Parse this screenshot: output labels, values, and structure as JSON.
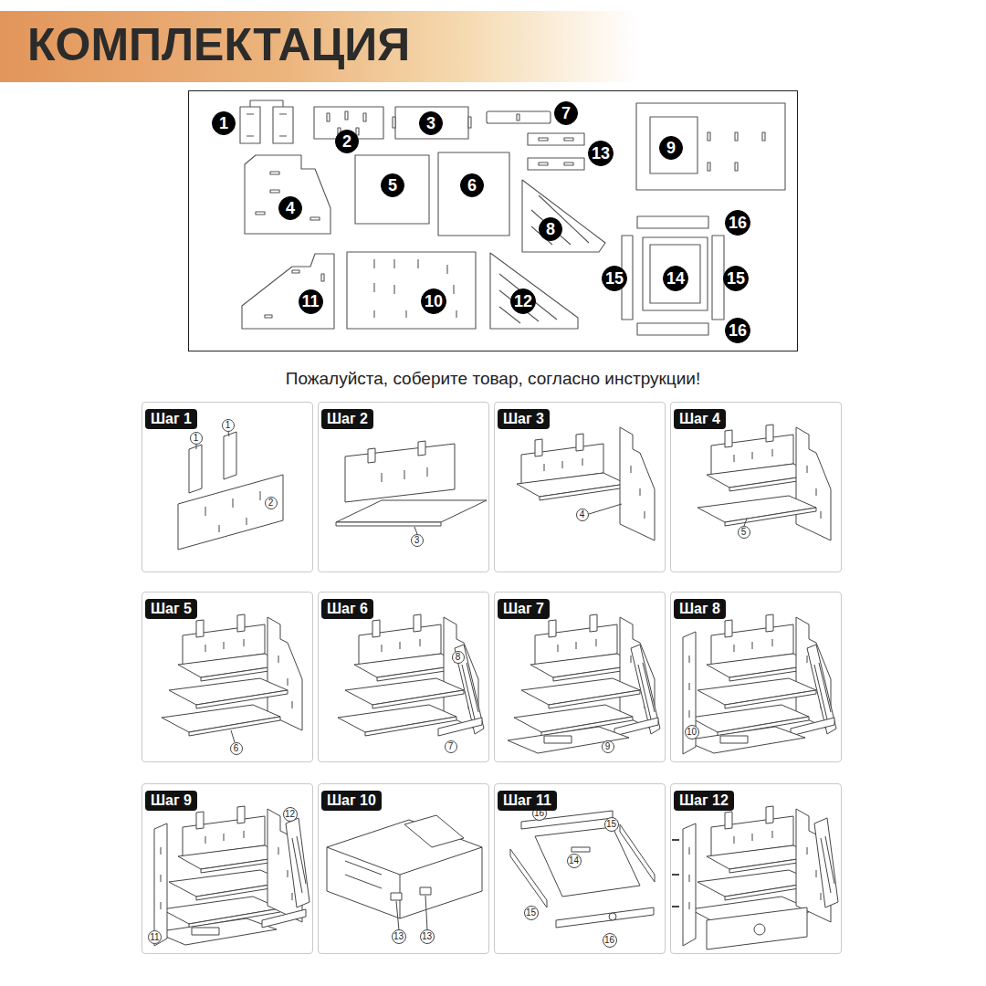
{
  "diagram": {
    "title": "КОМПЛЕКТАЦИЯ",
    "nodes": [
      {
        "text": [
          "1"
        ]
      },
      {
        "text": [
          "2"
        ]
      },
      {
        "text": [
          "3"
        ]
      },
      {
        "text": [
          "7"
        ]
      },
      {
        "text": [
          "9"
        ]
      },
      {
        "text": [
          "13"
        ]
      },
      {
        "text": [
          "4"
        ]
      },
      {
        "text": [
          "5"
        ]
      },
      {
        "text": [
          "6"
        ]
      },
      {
        "text": [
          "8"
        ]
      },
      {
        "text": [
          "16"
        ]
      },
      {
        "text": [
          "15"
        ]
      },
      {
        "text": [
          "14"
        ]
      },
      {
        "text": [
          "15"
        ]
      },
      {
        "text": [
          "11"
        ]
      },
      {
        "text": [
          "10"
        ]
      },
      {
        "text": [
          "12"
        ]
      },
      {
        "text": [
          "16"
        ]
      },
      {
        "text": [
          "Шаг 1"
        ]
      },
      {
        "text": [
          "1"
        ],
        "in": 18
      },
      {
        "text": [
          "1"
        ],
        "in": 18
      },
      {
        "text": [
          "2"
        ],
        "in": 18
      },
      {
        "text": [
          "Шаг 2"
        ]
      },
      {
        "text": [
          "3"
        ],
        "in": 22
      },
      {
        "text": [
          "Шаг 3"
        ]
      },
      {
        "text": [
          "4"
        ],
        "in": 24
      },
      {
        "text": [
          "Шаг 4"
        ]
      },
      {
        "text": [
          "5"
        ],
        "in": 26
      },
      {
        "text": [
          "Шаг 5"
        ]
      },
      {
        "text": [
          "6"
        ],
        "in": 28
      },
      {
        "text": [
          "Шаг 6"
        ]
      },
      {
        "text": [
          "8"
        ],
        "in": 30
      },
      {
        "text": [
          "7"
        ],
        "in": 30
      },
      {
        "text": [
          "Шаг 7"
        ]
      },
      {
        "text": [
          "9"
        ],
        "in": 33
      },
      {
        "text": [
          "Шаг 8"
        ]
      },
      {
        "text": [
          "10"
        ],
        "in": 35
      },
      {
        "text": [
          "Шаг 9"
        ]
      },
      {
        "text": [
          "12"
        ],
        "in": 37
      },
      {
        "text": [
          "11"
        ],
        "in": 37
      },
      {
        "text": [
          "Шаг 10"
        ]
      },
      {
        "text": [
          "13"
        ],
        "in": 40
      },
      {
        "text": [
          "13"
        ],
        "in": 40
      },
      {
        "text": [
          "Шаг 11"
        ]
      },
      {
        "text": [
          "16"
        ],
        "in": 43
      },
      {
        "text": [
          "15"
        ],
        "in": 43
      },
      {
        "text": [
          "14"
        ],
        "in": 43
      },
      {
        "text": [
          "15"
        ],
        "in": 43
      },
      {
        "text": [
          "16"
        ],
        "in": 43
      },
      {
        "text": [
          "Шаг 12"
        ]
      }
    ],
    "labels": [
      "Пожалуйста, соберите товар, согласно инструкции!"
    ]
  }
}
